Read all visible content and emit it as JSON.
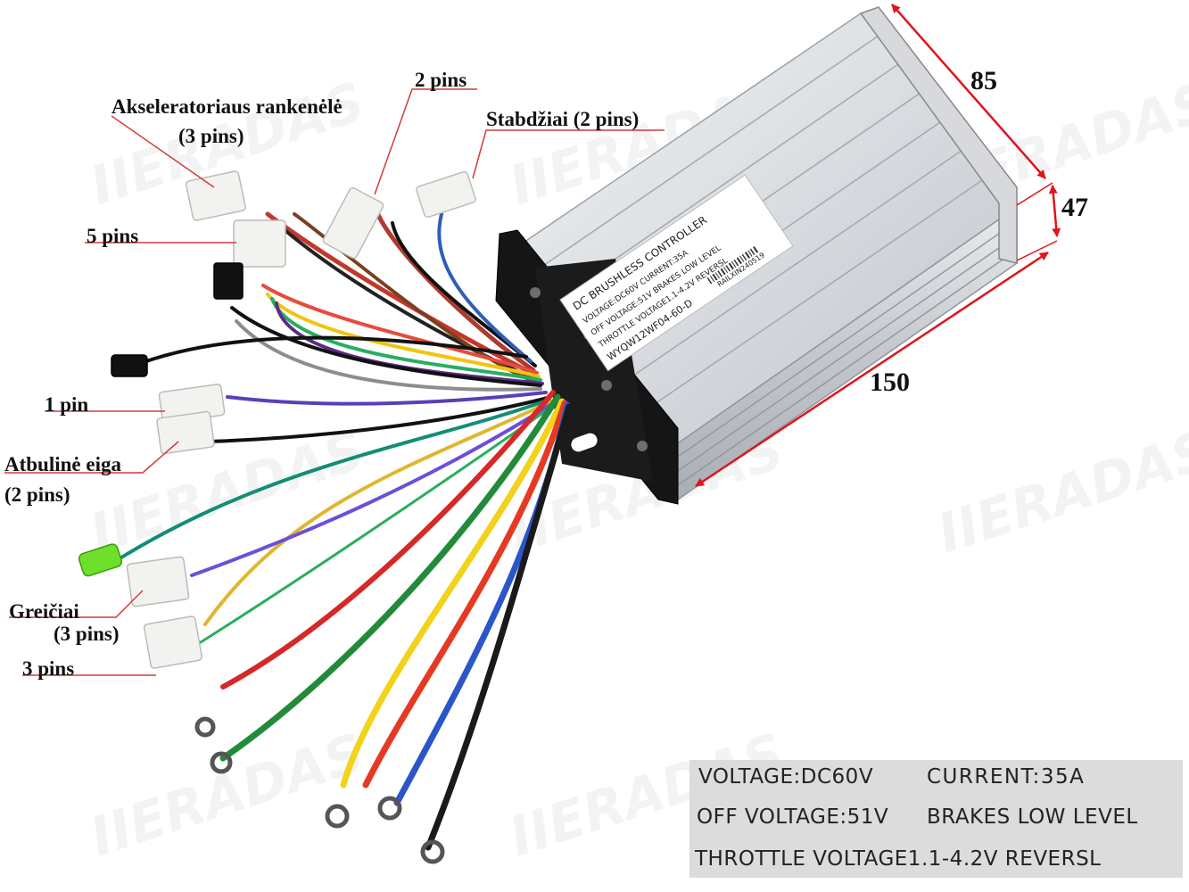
{
  "labels": {
    "throttle_line1": "Akseleratoriaus rankenėlė",
    "throttle_line2": "(3 pins)",
    "two_pins": "2 pins",
    "brakes": "Stabdžiai (2 pins)",
    "five_pins": "5 pins",
    "one_pin": "1 pin",
    "reverse_line1": "Atbulinė eiga",
    "reverse_line2": "(2 pins)",
    "speeds_line1": "Greičiai",
    "speeds_line2": "(3 pins)",
    "three_pins": "3 pins"
  },
  "dimensions": {
    "width": "85",
    "height": "47",
    "length": "150"
  },
  "plate": {
    "line1": "DC  BRUSHLESS  CONTROLLER",
    "line2": "VOLTAGE:DC60V        CURRENT:35A",
    "line3": "OFF VOLTAGE:51V     BRAKES LOW LEVEL",
    "line4": "THROTTLE VOLTAGE1.1-4.2V REVERSL",
    "model": "WYQW12WF04-60-D",
    "serial": "RAILXIN240519"
  },
  "specs": {
    "voltage": "VOLTAGE:DC60V",
    "current": "CURRENT:35A",
    "off_voltage": "OFF VOLTAGE:51V",
    "brakes": "BRAKES LOW LEVEL",
    "throttle": "THROTTLE VOLTAGE1.1-4.2V REVERSL"
  },
  "watermark": "IIERADAS",
  "colors": {
    "arrow": "#e0141b",
    "leader": "#d23a3a",
    "housing": "#c9cdd2",
    "endplate": "#151515"
  }
}
